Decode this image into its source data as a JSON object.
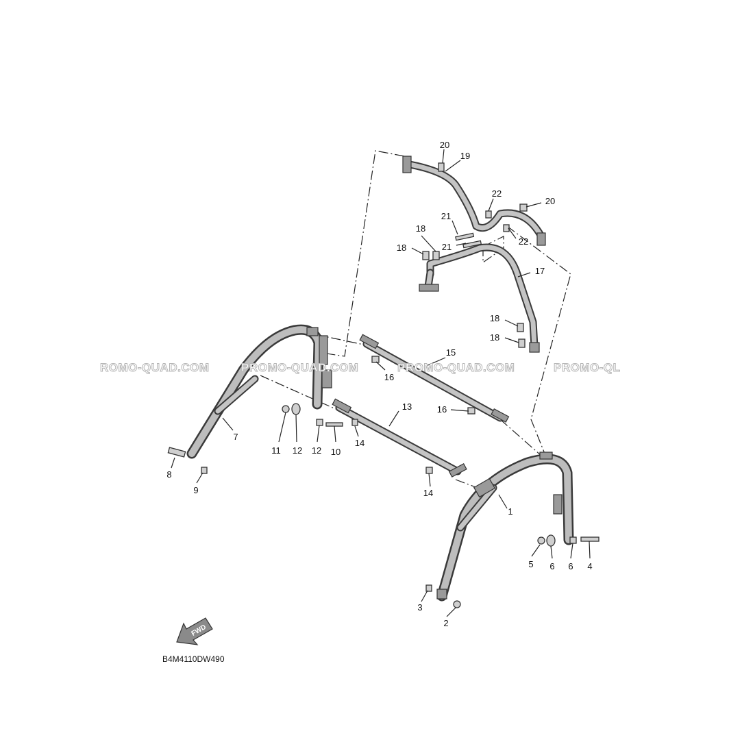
{
  "watermarks": [
    "ROMO-QUAD.COM",
    "PROMO-QUAD.COM",
    "PROMO-QUAD.COM",
    "PROMO-QL"
  ],
  "diagram_code": "B4M4110DW490",
  "fwd_arrow_text": "FWD",
  "callouts": {
    "c1": "1",
    "c2": "2",
    "c3": "3",
    "c4": "4",
    "c5": "5",
    "c6a": "6",
    "c6b": "6",
    "c7": "7",
    "c8": "8",
    "c9": "9",
    "c10": "10",
    "c11": "11",
    "c12a": "12",
    "c12b": "12",
    "c13": "13",
    "c14a": "14",
    "c14b": "14",
    "c15": "15",
    "c16a": "16",
    "c16b": "16",
    "c17": "17",
    "c18a": "18",
    "c18b": "18",
    "c18c": "18",
    "c18d": "18",
    "c19": "19",
    "c20a": "20",
    "c20b": "20",
    "c21a": "21",
    "c21b": "21",
    "c22a": "22",
    "c22b": "22"
  },
  "colors": {
    "tube_outline": "#3a3a3a",
    "tube_fill": "#bdbdbd",
    "watermark": "#b5b5b5"
  }
}
